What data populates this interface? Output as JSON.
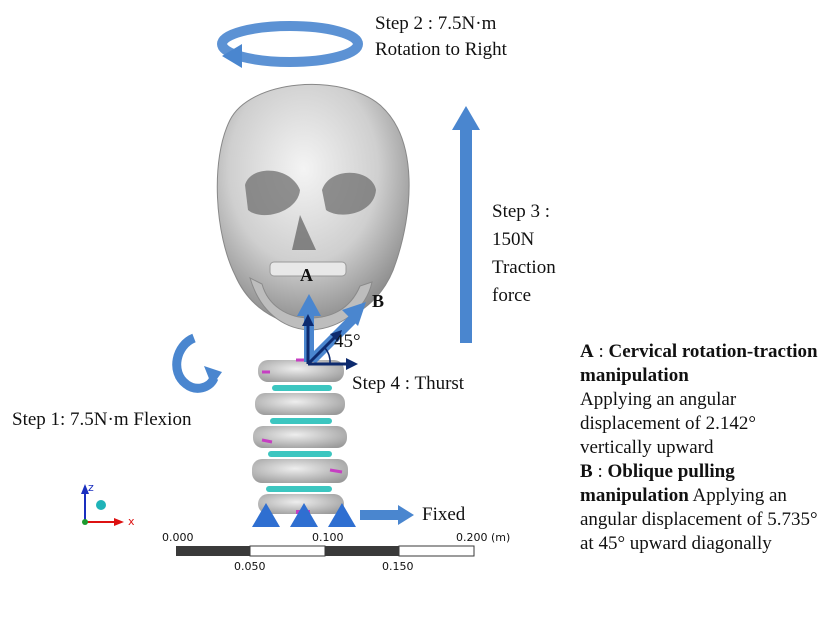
{
  "labels": {
    "step2_line1": "Step 2 : 7.5N·m",
    "step2_line2": "Rotation to Right",
    "step3_line1": "Step 3 :",
    "step3_line2": "150N",
    "step3_line3": "Traction",
    "step3_line4": "force",
    "step1": "Step 1: 7.5N·m  Flexion",
    "step4": "Step 4 : Thurst",
    "angle": "45°",
    "point_a": "A",
    "point_b": "B",
    "fixed": "Fixed"
  },
  "axes": {
    "z": "z",
    "x": "x"
  },
  "scale_bar": {
    "top_labels": [
      "0.000",
      "0.100",
      "0.200 (m)"
    ],
    "bottom_labels": [
      "0.050",
      "0.150"
    ]
  },
  "notes": {
    "a_key": "A",
    "a_title": "Cervical rotation-traction manipulation",
    "a_body": "Applying an angular displacement of  2.142° vertically upward",
    "b_key": "B",
    "b_title": "Oblique pulling manipulation",
    "b_body": "Applying an angular displacement of 5.735° at 45° upward diagonally"
  },
  "colors": {
    "arrow_blue": "#4a86cf",
    "dark_navy": "#0d2a6e",
    "skull_gray": "#c9c9c9",
    "disc_teal": "#3cc6c0",
    "ligament_pink": "#c63fc2"
  }
}
